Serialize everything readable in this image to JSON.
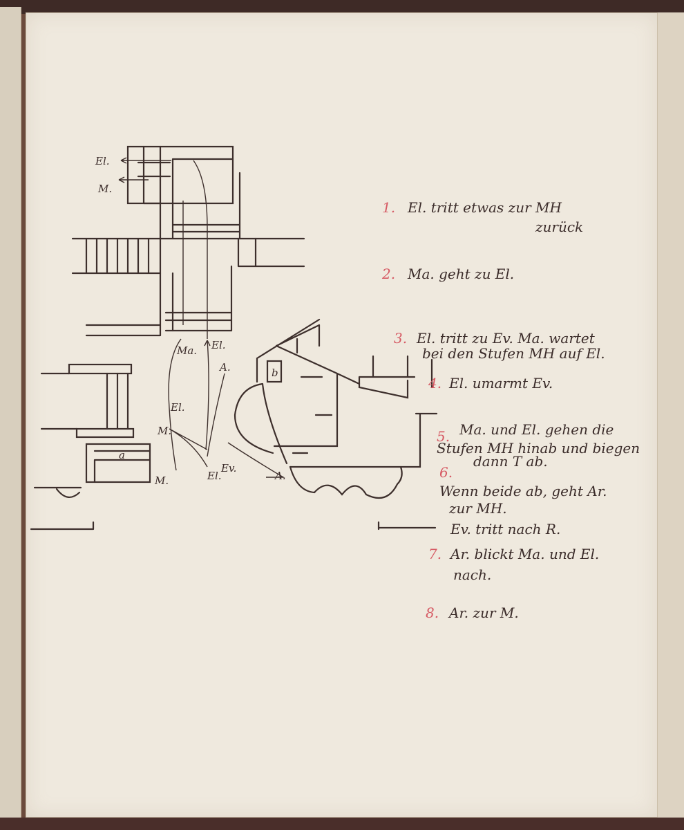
{
  "sketch_labels": {
    "el_top": "El.",
    "m_top": "M.",
    "ma": "Ma.",
    "el_mid": "El.",
    "a_mid": "A.",
    "el_left": "El.",
    "m_left": "M.",
    "m_bottom": "M.",
    "el_bottom": "El.",
    "ev": "Ev.",
    "a_bottom": "A.",
    "a_box": "a",
    "b_box": "b"
  },
  "instructions": [
    {
      "num": "1.",
      "text": "El. tritt etwas zur MH",
      "text2": "zurück"
    },
    {
      "num": "2.",
      "text": "Ma. geht zu El."
    },
    {
      "num": "3.",
      "text": "El. tritt zu Ev. Ma. wartet",
      "text2": "bei den Stufen MH auf El."
    },
    {
      "num": "4.",
      "text": "El. umarmt Ev."
    },
    {
      "num": "5.",
      "text": "Ma. und El. gehen die",
      "text2": "Stufen MH hinab und biegen",
      "text3": "dann T ab."
    },
    {
      "num": "6.",
      "text": "Wenn beide ab, geht Ar.",
      "text2": "zur MH.",
      "text3": "Ev. tritt nach R."
    },
    {
      "num": "7.",
      "text": "Ar. blickt Ma. und El.",
      "text2": "nach."
    },
    {
      "num": "8.",
      "text": "Ar. zur M."
    }
  ]
}
